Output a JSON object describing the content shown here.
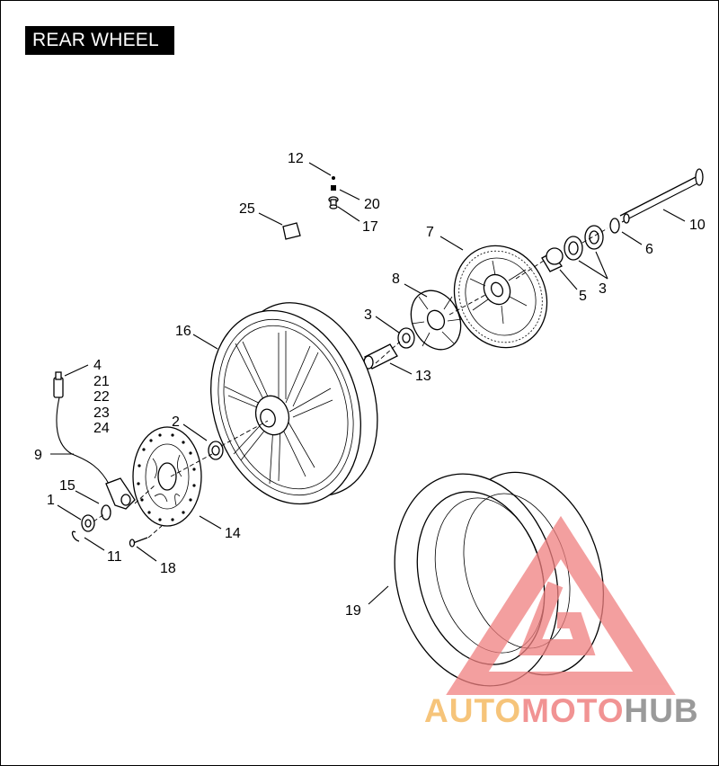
{
  "title": "REAR WHEEL",
  "callouts": {
    "c1": "1",
    "c2": "2",
    "c3a": "3",
    "c3b": "3",
    "c4": "4",
    "c5": "5",
    "c6": "6",
    "c7": "7",
    "c8": "8",
    "c9": "9",
    "c10": "10",
    "c11": "11",
    "c12": "12",
    "c13": "13",
    "c14": "14",
    "c15": "15",
    "c16": "16",
    "c17": "17",
    "c18": "18",
    "c19": "19",
    "c20": "20",
    "c21": "21",
    "c22": "22",
    "c23": "23",
    "c24": "24",
    "c25": "25"
  },
  "watermark": {
    "part1": "AUTO",
    "part2": "MOTO",
    "part3": "HUB"
  },
  "colors": {
    "accent_red": "#f08080",
    "accent_orange": "#f6c47a",
    "accent_gray": "#9a9a9a",
    "frame": "#000000"
  }
}
